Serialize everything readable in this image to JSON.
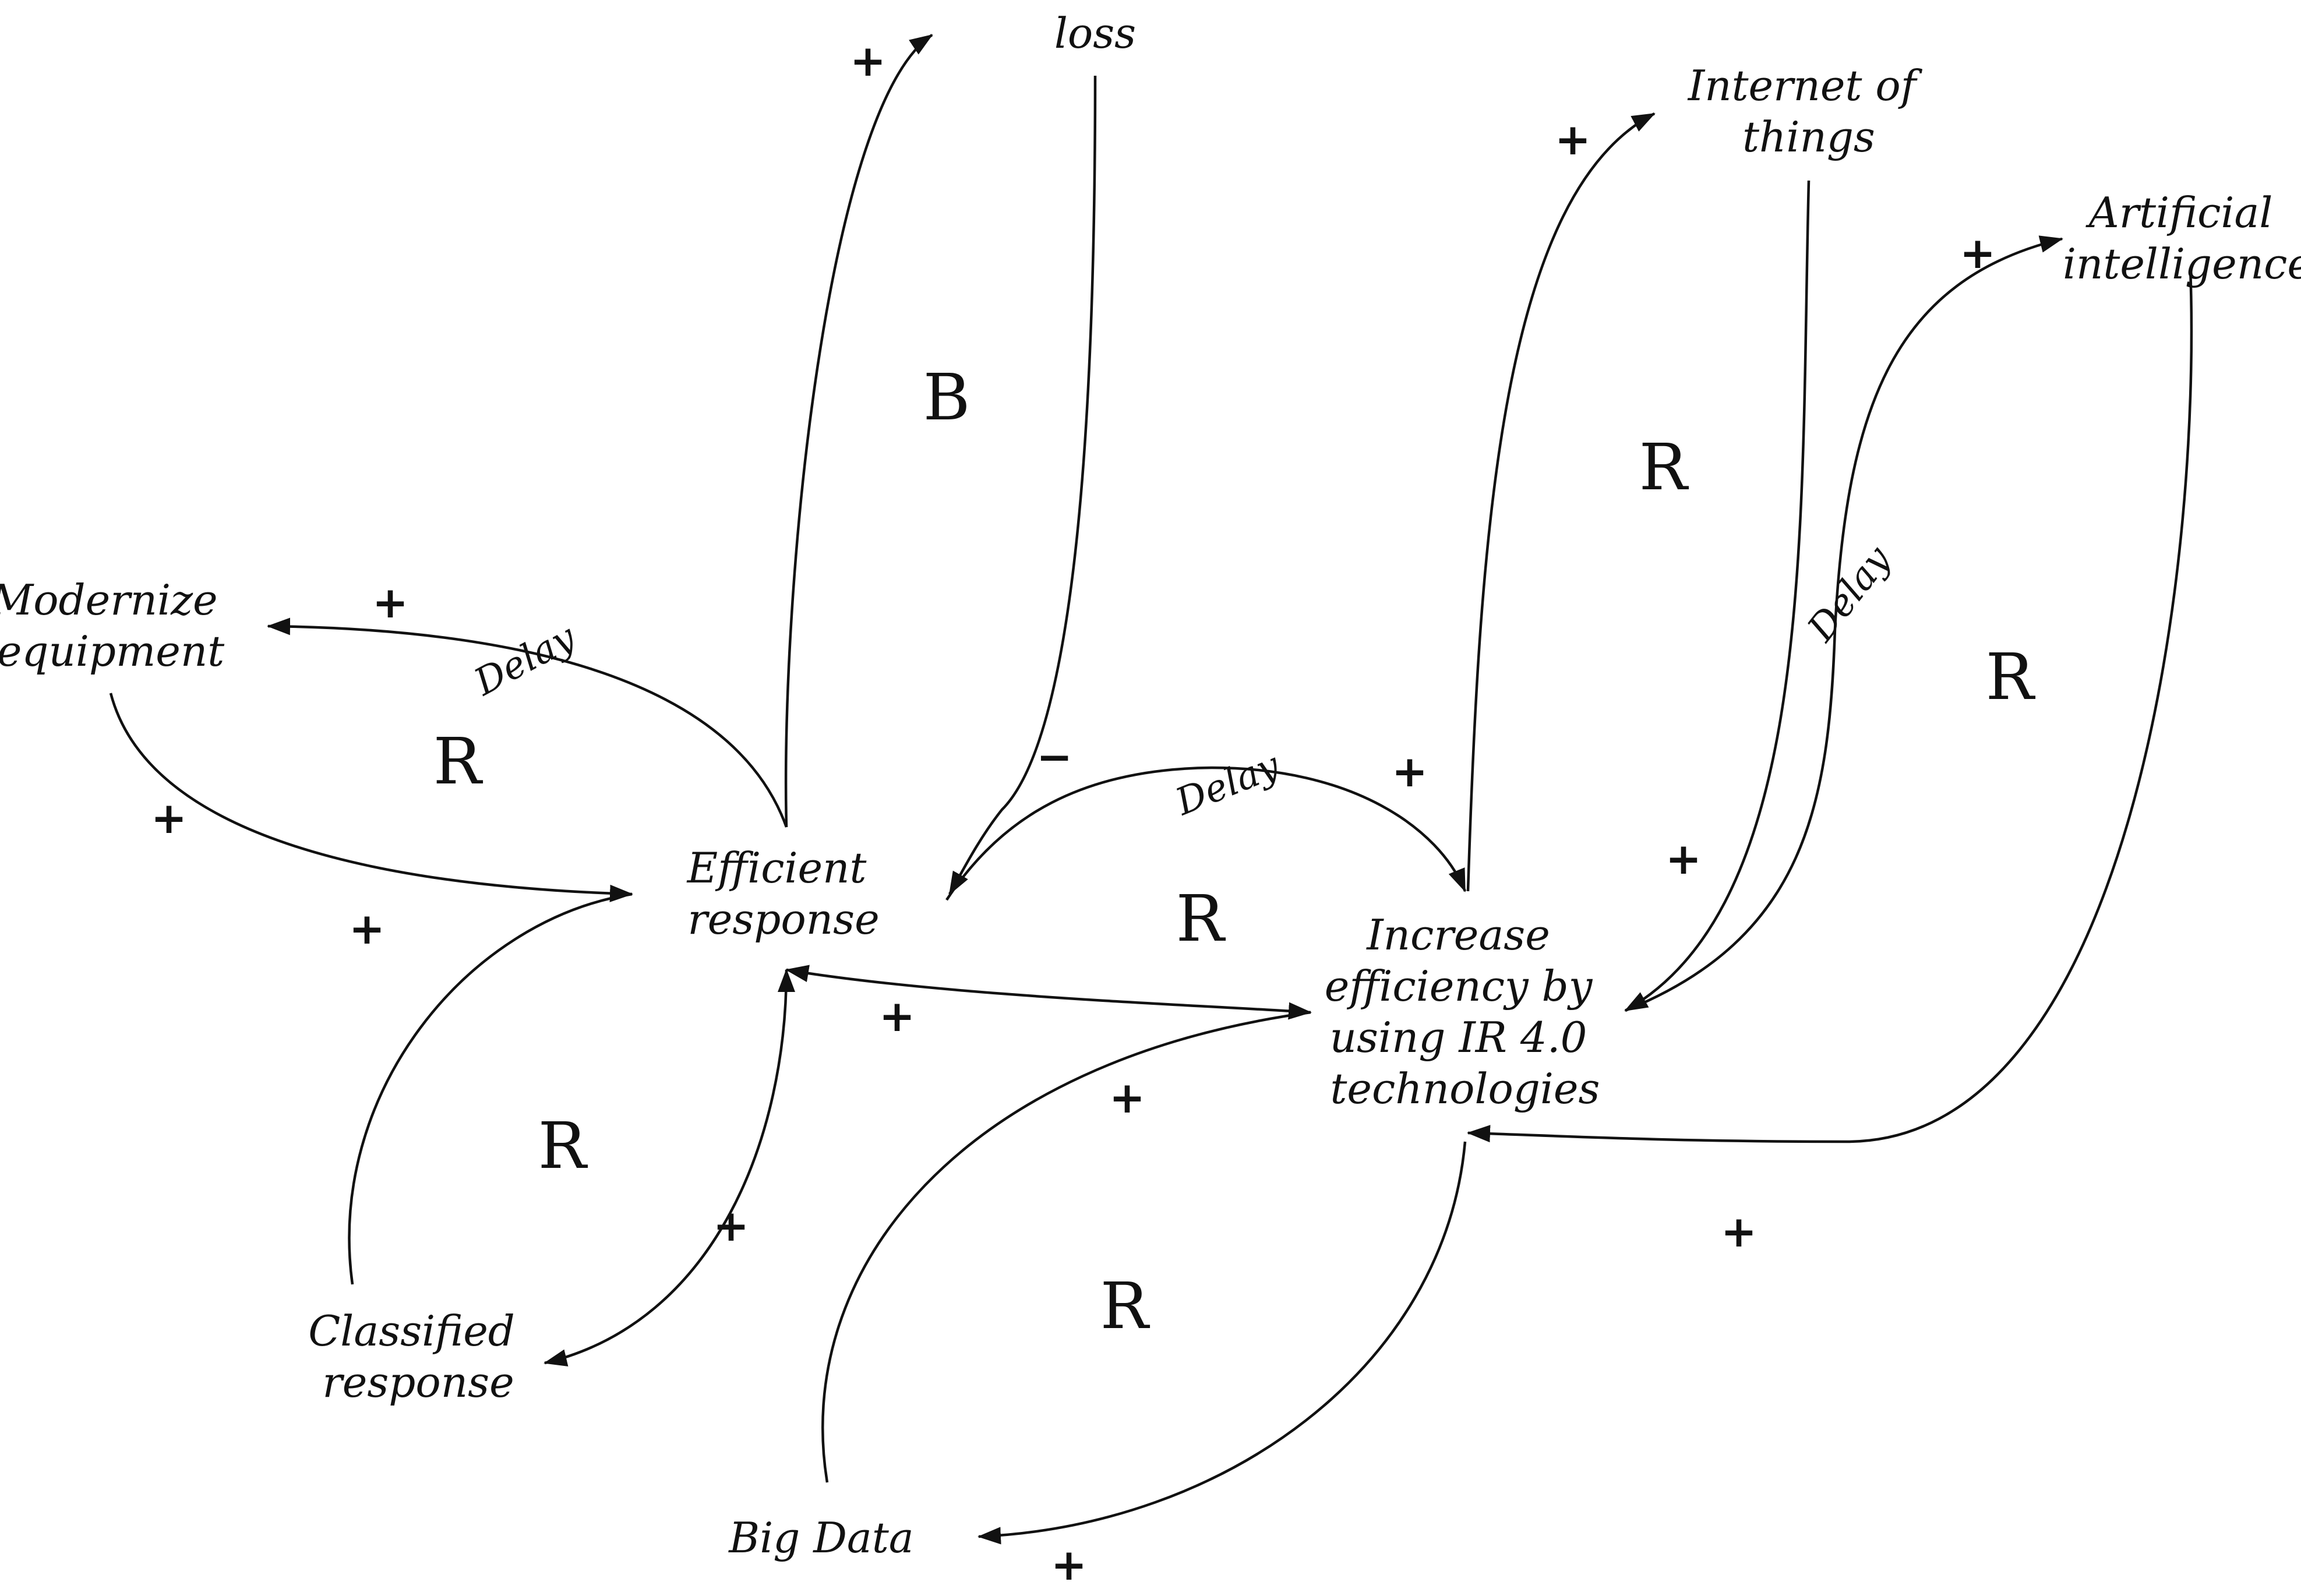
{
  "nodes": {
    "loss": {
      "lines": [
        "loss"
      ]
    },
    "internet_of_things": {
      "lines": [
        "Internet of",
        "things"
      ]
    },
    "artificial_intelligence": {
      "lines": [
        "Artificial",
        "intelligence"
      ]
    },
    "modernize_equipment": {
      "lines": [
        "Modernize",
        "equipment"
      ]
    },
    "efficient_response": {
      "lines": [
        "Efficient",
        "response"
      ]
    },
    "increase_efficiency": {
      "lines": [
        "Increase",
        "efficiency by",
        "using IR 4.0",
        "technologies"
      ]
    },
    "classified_response": {
      "lines": [
        "Classified",
        "response"
      ]
    },
    "big_data": {
      "lines": [
        "Big Data"
      ]
    }
  },
  "delays": [
    "Delay",
    "Delay",
    "Delay"
  ],
  "polarities": {
    "plus": "+",
    "minus": "−"
  },
  "loops": {
    "balancing": "B",
    "reinforcing": "R"
  }
}
